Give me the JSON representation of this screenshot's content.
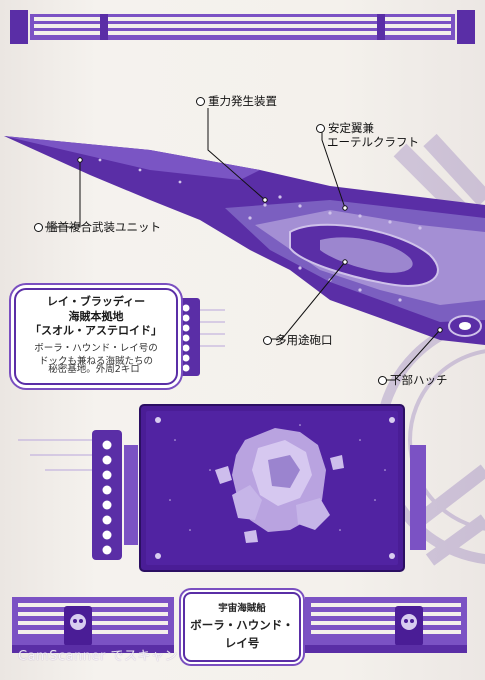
{
  "callouts": {
    "gravity_generator": "重力発生装置",
    "stabilizer_line1": "安定翼兼",
    "stabilizer_line2": "エーテルクラフト",
    "bow_weapon_unit": "艦首複合武装ユニット",
    "multi_purpose_port": "多用途砲口",
    "lower_hatch": "下部ハッチ"
  },
  "info_box": {
    "line1": "レイ・ブラッディー",
    "line2": "海賊本拠地",
    "line3": "「スオル・アステロイド」",
    "line4": "ボーラ・ハウンド・レイ号の",
    "line5": "ドックも兼ねる海賊たちの",
    "line6": "秘密基地。外周2キロ"
  },
  "name_plate": {
    "line1": "宇宙海賊船",
    "line2": "ボーラ・ハウンド・",
    "line3": "レイ号"
  },
  "watermark": "CamScanner でスキャン",
  "colors": {
    "purple_dark": "#4a1d96",
    "purple_mid": "#7b52c4",
    "purple_light": "#b9a6dc",
    "paper": "#f3f0eb"
  }
}
